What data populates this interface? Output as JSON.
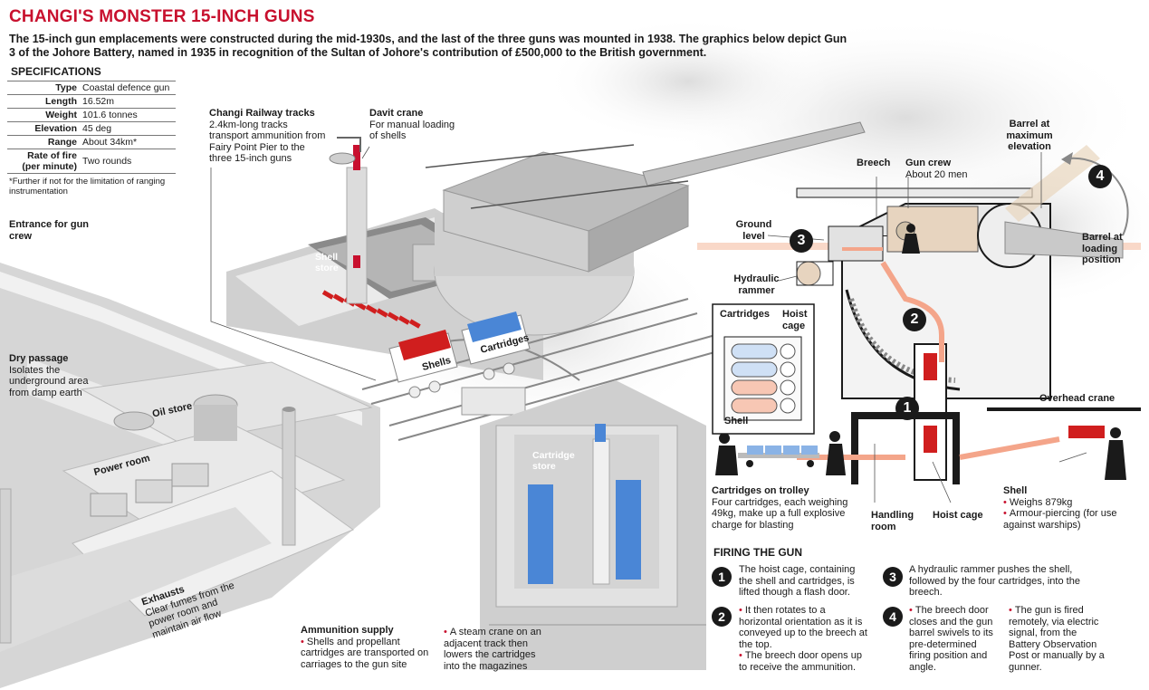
{
  "title": "CHANGI'S MONSTER 15-INCH GUNS",
  "intro": "The 15-inch gun emplacements were constructed during the mid-1930s, and the last of the three guns was mounted in 1938. The graphics below depict Gun 3 of the Johore Battery, named in 1935 in recognition of the Sultan of Johore's contribution of £500,000 to the British government.",
  "specifications": {
    "heading": "SPECIFICATIONS",
    "rows": [
      {
        "label": "Type",
        "value": "Coastal defence gun"
      },
      {
        "label": "Length",
        "value": "16.52m"
      },
      {
        "label": "Weight",
        "value": "101.6 tonnes"
      },
      {
        "label": "Elevation",
        "value": "45 deg"
      },
      {
        "label": "Range",
        "value": "About 34km*"
      },
      {
        "label": "Rate of fire (per minute)",
        "value": "Two rounds"
      }
    ],
    "footnote": "*Further if not for the limitation of ranging instrumentation"
  },
  "labels": {
    "entrance": "Entrance for gun crew",
    "dry_passage_title": "Dry passage",
    "dry_passage_text": "Isolates the underground area from damp earth",
    "railway_title": "Changi Railway tracks",
    "railway_text": "2.4km-long tracks transport ammunition from Fairy Point Pier to the three 15-inch guns",
    "davit_title": "Davit crane",
    "davit_text": "For manual loading of shells",
    "shell_store": "Shell store",
    "shells": "Shells",
    "cartridges": "Cartridges",
    "oil_store": "Oil store",
    "power_room": "Power room",
    "cartridge_store": "Cartridge store",
    "exhausts_title": "Exhausts",
    "exhausts_text": "Clear fumes from the power room and maintain air flow",
    "ammo_title": "Ammunition supply",
    "ammo_text": "Shells and propellant cartridges are transported on carriages to the gun site",
    "steam_crane_text": "A steam crane on an adjacent track then lowers the cartridges into the magazines"
  },
  "gun_labels": {
    "barrel_max": "Barrel at maximum elevation",
    "breech": "Breech",
    "gun_crew_title": "Gun crew",
    "gun_crew_text": "About 20 men",
    "ground_level": "Ground level",
    "barrel_loading": "Barrel at loading position",
    "hydraulic_rammer": "Hydraulic rammer",
    "inset_cartridges": "Cartridges",
    "inset_hoist_cage": "Hoist cage",
    "inset_shell": "Shell",
    "overhead_crane": "Overhead crane",
    "trolley_title": "Cartridges on trolley",
    "trolley_text": "Four cartridges, each weighing 49kg, make up a full explosive charge for blasting",
    "handling_room": "Handling room",
    "hoist_cage": "Hoist cage",
    "shell_title": "Shell",
    "shell_weight": "Weighs 879kg",
    "shell_type": "Armour-piercing (for use against warships)"
  },
  "firing": {
    "heading": "FIRING THE GUN",
    "steps": [
      {
        "n": "1",
        "text": "The hoist cage, containing the shell and cartridges, is lifted though a flash door."
      },
      {
        "n": "2",
        "text_a": "It then rotates to a horizontal orientation as it is conveyed up to the breech at the top.",
        "text_b": "The breech door opens up to receive the ammunition."
      },
      {
        "n": "3",
        "text": "A hydraulic rammer pushes the shell, followed by the four cartridges, into the breech."
      },
      {
        "n": "4",
        "text_a": "The breech door closes and the gun barrel swivels to its pre-determined firing position and angle.",
        "text_b": "The gun is fired remotely, via electric signal, from the Battery Observation Post or manually by a gunner."
      }
    ]
  },
  "colors": {
    "accent_red": "#c8102e",
    "shell_red": "#d01e1e",
    "cartridge_blue": "#4a86d6",
    "flow_orange": "#f4a58a"
  }
}
